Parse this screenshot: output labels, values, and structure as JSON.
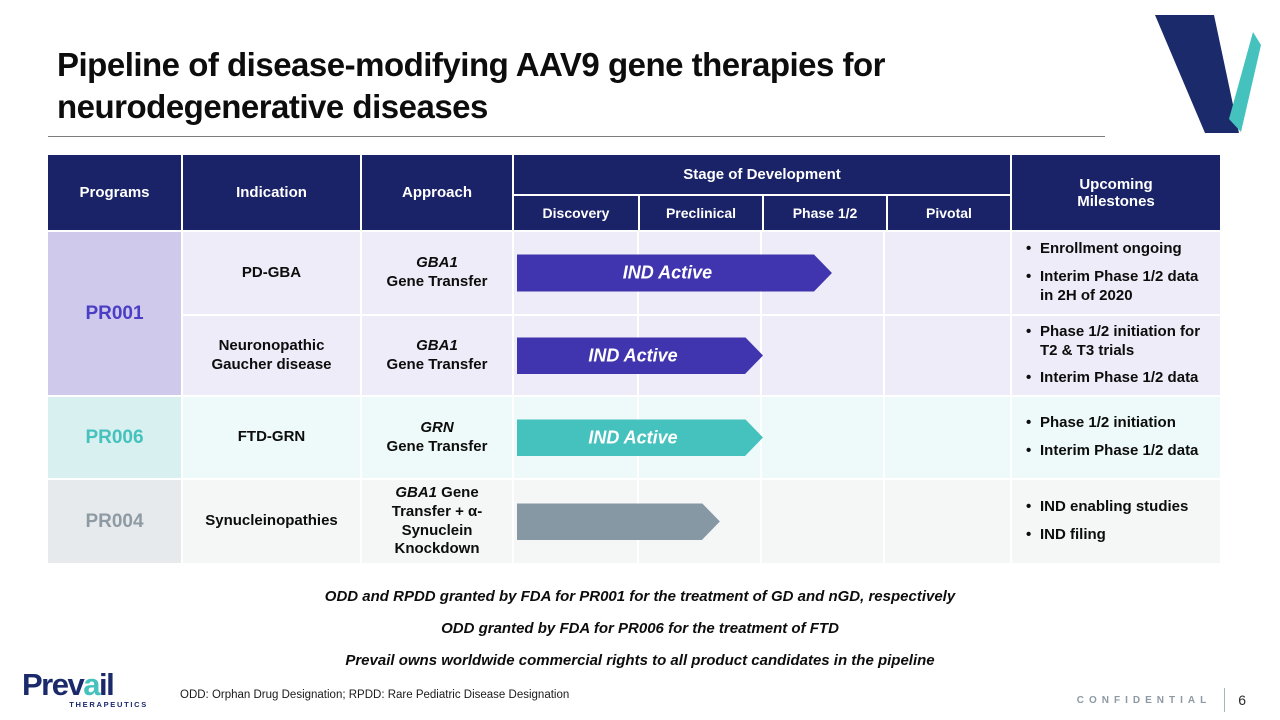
{
  "slide": {
    "title": "Pipeline of disease-modifying AAV9 gene therapies for neurodegenerative diseases",
    "confidential_label": "CONFIDENTIAL",
    "page_number": "6"
  },
  "header": {
    "programs": "Programs",
    "indication": "Indication",
    "approach": "Approach",
    "stage_group": "Stage of Development",
    "stages": [
      "Discovery",
      "Preclinical",
      "Phase 1/2",
      "Pivotal"
    ],
    "milestones": "Upcoming Milestones"
  },
  "rows": [
    {
      "program": "PR001",
      "indication": "PD-GBA",
      "approach_gene": "GBA1",
      "approach_rest": "Gene Transfer",
      "arrow_label": "IND Active",
      "arrow_style": "width:63.5%",
      "stage_reached": "Phase 1/2",
      "milestones": [
        "Enrollment ongoing",
        "Interim Phase 1/2 data in 2H of 2020"
      ]
    },
    {
      "program": "PR001",
      "indication": "Neuronopathic Gaucher disease",
      "approach_gene": "GBA1",
      "approach_rest": "Gene Transfer",
      "arrow_label": "IND Active",
      "arrow_style": "width:49.6%",
      "stage_reached": "Preclinical",
      "milestones": [
        "Phase 1/2 initiation for T2 & T3 trials",
        "Interim Phase 1/2 data"
      ]
    },
    {
      "program": "PR006",
      "indication": "FTD-GRN",
      "approach_gene": "GRN",
      "approach_rest": "Gene Transfer",
      "arrow_label": "IND Active",
      "arrow_style": "width:49.6%",
      "stage_reached": "Preclinical",
      "milestones": [
        "Phase 1/2 initiation",
        "Interim Phase 1/2 data"
      ]
    },
    {
      "program": "PR004",
      "indication": "Synucleinopathies",
      "approach_gene": "GBA1",
      "approach_rest": "Gene Transfer + α-Synuclein Knockdown",
      "arrow_label": "",
      "arrow_style": "width:40.9%",
      "stage_reached": "Preclinical",
      "milestones": [
        "IND enabling studies",
        "IND filing"
      ]
    }
  ],
  "footnotes": [
    "ODD and RPDD granted by FDA for PR001 for the treatment of GD and nGD, respectively",
    "ODD granted by FDA for PR006 for the treatment of FTD",
    "Prevail owns worldwide commercial rights to all product candidates in the pipeline"
  ],
  "legend": "ODD: Orphan Drug Designation; RPDD: Rare Pediatric Disease Designation",
  "logo": {
    "part1": "Prev",
    "accent": "a",
    "part2": "il",
    "sub": "THERAPEUTICS"
  },
  "colors": {
    "header_navy": "#1a2368",
    "purple_arrow": "#4035ae",
    "purple_program_text": "#4a3ec5",
    "purple_program_bg": "#cfc9ec",
    "purple_row_bg": "#edecf8",
    "teal_arrow": "#45c2bd",
    "teal_program_bg": "#d8f0ef",
    "teal_row_bg": "#eefaf9",
    "gray_arrow": "#8798a5",
    "gray_program_text": "#8e9ba4",
    "gray_program_bg": "#e7eaec",
    "gray_row_bg": "#f5f6f6",
    "brand_navy": "#1b2a6b",
    "brand_teal": "#45c2bd"
  }
}
